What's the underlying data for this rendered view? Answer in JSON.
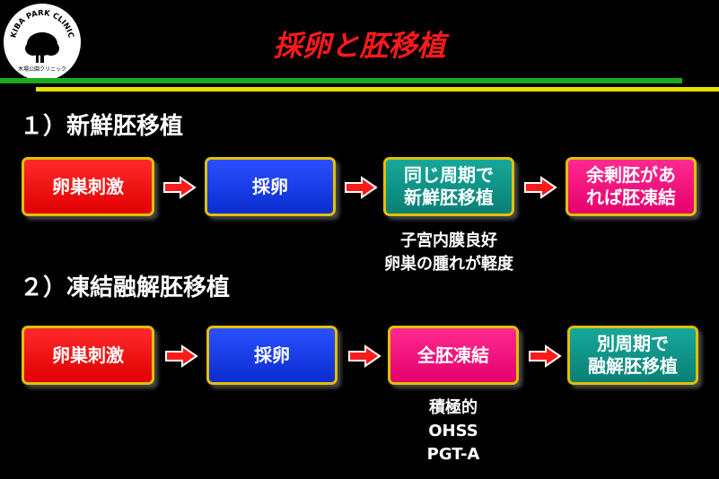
{
  "logo": {
    "text": "KIBA PARK CLINIC",
    "subtext": "木場公園クリニック"
  },
  "slide_title": "採卵と胚移植",
  "section1": {
    "heading": "１）新鮮胚移植",
    "steps": [
      "卵巣刺激",
      "採卵",
      "同じ周期で\n新鮮胚移植",
      "余剰胚があ\nれば胚凍結"
    ],
    "note_lines": [
      "子宮内膜良好",
      "卵巣の腫れが軽度"
    ]
  },
  "section2": {
    "heading": "２）凍結融解胚移植",
    "steps": [
      "卵巣刺激",
      "採卵",
      "全胚凍結",
      "別周期で\n融解胚移植"
    ],
    "note_lines": [
      "積極的",
      "OHSS",
      "PGT-A"
    ]
  },
  "colors": {
    "title": "#ff1a1a",
    "green_bar": "#1fa81f",
    "yellow_bar": "#e8e000",
    "red": "#ff0000",
    "blue": "#1a3ce8",
    "teal": "#119488",
    "pink": "#ff0a80"
  }
}
